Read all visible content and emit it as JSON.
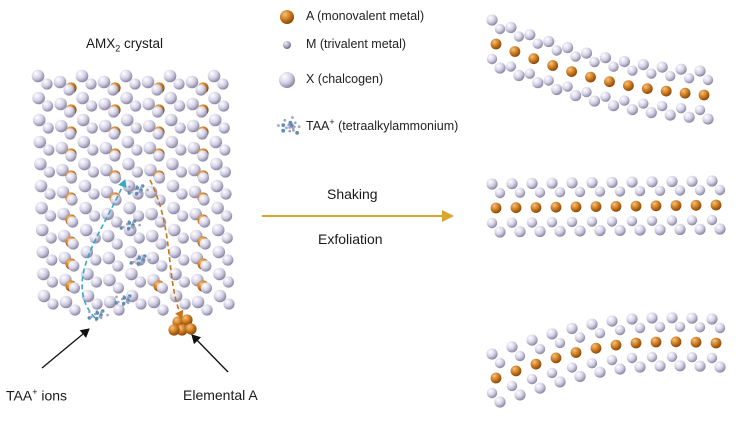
{
  "crystal_title": {
    "base": "AMX",
    "sub": "2",
    "rest": " crystal"
  },
  "legend": [
    {
      "text": "A (monovalent metal)",
      "kind": "A"
    },
    {
      "text": "M (trivalent metal)",
      "kind": "M"
    },
    {
      "text": "X (chalcogen)",
      "kind": "X"
    },
    {
      "text_base": "TAA",
      "text_sup": "+",
      "text_rest": " (tetraalkylammonium)",
      "kind": "TAA"
    }
  ],
  "arrow_top_label": "Shaking",
  "arrow_bottom_label": "Exfoliation",
  "taa_ions_label": {
    "base": "TAA",
    "sup": "+",
    "rest": " ions"
  },
  "elemental_label": "Elemental A",
  "colors": {
    "A": "#c8751a",
    "M": "#b8b4cc",
    "X": "#d6d2e6",
    "arrow": "#d9a62b",
    "cyan_path": "#3aa7c6",
    "orange_path": "#c8751a"
  }
}
